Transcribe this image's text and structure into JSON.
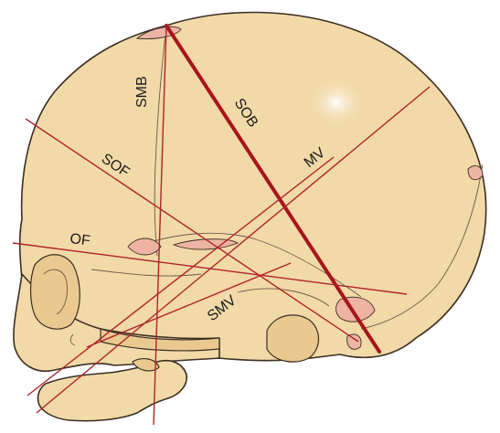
{
  "labels": {
    "smb": "SMB",
    "sob": "SOB",
    "mv": "MV",
    "sof": "SOF",
    "of": "OF",
    "smv": "SMV"
  },
  "colors": {
    "skull": "#F2D9A8",
    "bone_shadow": "#E9C98F",
    "fontanelle": "#EDB3A3",
    "measure_line": "#B0232A",
    "outline": "#3a2e22"
  }
}
